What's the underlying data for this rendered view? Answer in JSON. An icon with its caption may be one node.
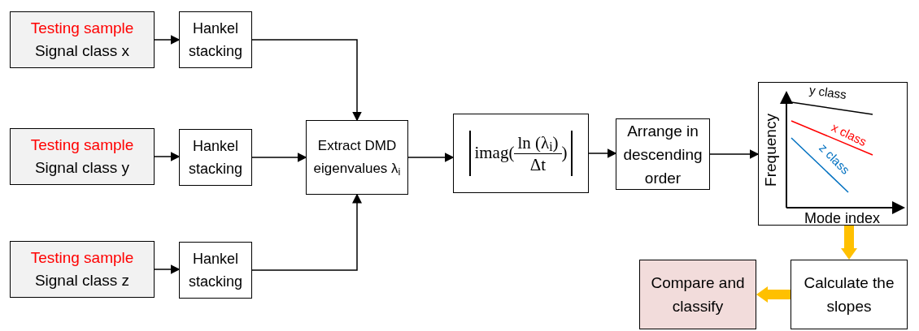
{
  "diagram": {
    "nodes": [
      {
        "text": [
          "Testing sample",
          "Signal class x"
        ]
      },
      {
        "text": [
          "Testing sample",
          "Signal class y"
        ]
      },
      {
        "text": [
          "Testing sample",
          "Signal class z"
        ]
      },
      {
        "text": [
          "Hankel stacking"
        ]
      },
      {
        "text": [
          "Hankel stacking"
        ]
      },
      {
        "text": [
          "Hankel stacking"
        ]
      },
      {
        "text": [
          "Extract DMD eigenvalues λ$_{i}$"
        ]
      },
      {
        "text": [
          "imag(",
          "ln (λ$_{i}$)",
          "Δt",
          ")"
        ]
      },
      {
        "text": [
          "Arrange in descending order"
        ]
      },
      {
        "text": [
          "Frequency",
          "Mode index",
          "y class",
          "x class",
          "z class"
        ]
      },
      {
        "text": [
          "Calculate the slopes"
        ]
      },
      {
        "text": [
          "Compare and classify"
        ]
      }
    ],
    "edges": [
      {
        "from": 0,
        "to": 3,
        "arrow": "to"
      },
      {
        "from": 1,
        "to": 4,
        "arrow": "to"
      },
      {
        "from": 2,
        "to": 5,
        "arrow": "to"
      },
      {
        "from": 3,
        "to": 6,
        "arrow": "to"
      },
      {
        "from": 4,
        "to": 6,
        "arrow": "to"
      },
      {
        "from": 5,
        "to": 6,
        "arrow": "to"
      },
      {
        "from": 6,
        "to": 7,
        "arrow": "to"
      },
      {
        "from": 7,
        "to": 8,
        "arrow": "to"
      },
      {
        "from": 8,
        "to": 9,
        "arrow": "to"
      },
      {
        "from": 9,
        "to": 10,
        "arrow": "to",
        "style": "thick",
        "color": "#ffc000"
      },
      {
        "from": 10,
        "to": 11,
        "arrow": "to",
        "style": "thick",
        "color": "#ffc000"
      }
    ]
  }
}
